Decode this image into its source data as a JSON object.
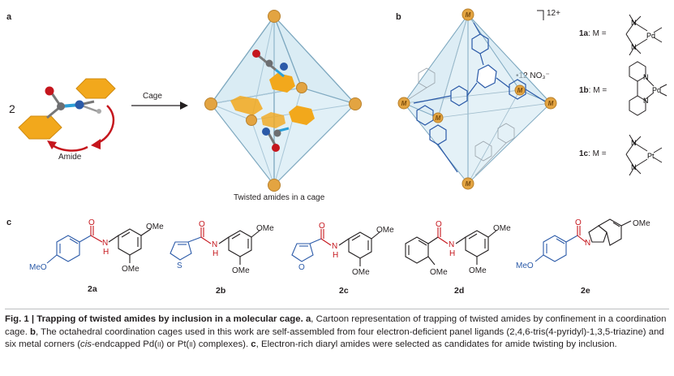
{
  "panel_a": {
    "letter": "a",
    "count_label": "2",
    "arrow_label": "Cage",
    "amide_label": "Amide",
    "cage_caption": "Twisted amides in a cage"
  },
  "panel_b": {
    "letter": "b",
    "charge": "12+",
    "counterion": "•12 NO₃⁻",
    "corner_label": "M",
    "complexes": [
      {
        "id": "1a",
        "label_suffix": ": M =",
        "metal": "Pd"
      },
      {
        "id": "1b",
        "label_suffix": ": M =",
        "metal": "Pd"
      },
      {
        "id": "1c",
        "label_suffix": ": M =",
        "metal": "Pt"
      }
    ]
  },
  "panel_c": {
    "letter": "c",
    "compounds": [
      {
        "id": "2a",
        "labels": [
          "OMe",
          "O",
          "N",
          "H",
          "OMe",
          "MeO"
        ]
      },
      {
        "id": "2b",
        "labels": [
          "OMe",
          "O",
          "S",
          "N",
          "H",
          "OMe"
        ]
      },
      {
        "id": "2c",
        "labels": [
          "OMe",
          "O",
          "O",
          "N",
          "H",
          "OMe"
        ]
      },
      {
        "id": "2d",
        "labels": [
          "OMe",
          "O",
          "N",
          "H",
          "OMe",
          "OMe"
        ]
      },
      {
        "id": "2e",
        "labels": [
          "O",
          "N",
          "OMe",
          "MeO"
        ]
      }
    ]
  },
  "caption": {
    "fig_label": "Fig. 1 | Trapping of twisted amides by inclusion in a molecular cage.",
    "a_letter": "a",
    "a_text": ", Cartoon representation of trapping of twisted amides by confinement in a coordination cage.",
    "b_letter": "b",
    "b_text": ", The octahedral coordination cages used in this work are self-assembled from four electron-deficient panel ligands (2,4,6-tris(4-pyridyl)-1,3,5-triazine) and six metal corners (",
    "b_italic": "cis",
    "b_text2": "-endcapped Pd(",
    "b_ox1": "II",
    "b_text3": ") or Pt(",
    "b_ox2": "II",
    "b_text4": ") complexes).",
    "c_letter": "c",
    "c_text": ", Electron-rich diaryl amides were selected as candidates for amide twisting by inclusion."
  },
  "colors": {
    "cage_face": "#c9e3f0",
    "cage_edge": "#7fa9c0",
    "corner_ball": "#e3a441",
    "ring_orange": "#f2a81c",
    "oxygen_red": "#c5161d",
    "nitrogen_blue": "#2b5aa8",
    "arrow_red": "#c5161d",
    "bond_blue": "#2b5aa8",
    "text": "#231f20"
  }
}
